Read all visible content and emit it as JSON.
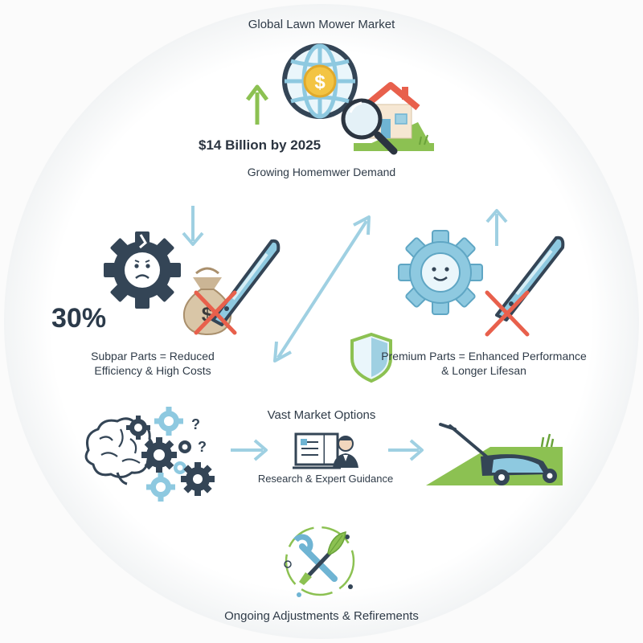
{
  "title": "Global Lawn Mower Market",
  "market": {
    "value_label": "$14 Billion by 2025",
    "demand_label": "Growing Homemwer Demand"
  },
  "subpar": {
    "percent": "30%",
    "line1": "Subpar Parts = Reduced",
    "line2": "Efficiency & High Costs"
  },
  "premium": {
    "line1": "Premium Parts = Enhanced Performance",
    "line2": "& Longer Lifesan"
  },
  "options": {
    "title": "Vast Market Options",
    "research_label": "Research & Expert Guidance"
  },
  "maintenance": {
    "label": "Ongoing Adjustments & Refirements"
  },
  "icons": {
    "globe": "globe-dollar-icon",
    "house": "house-icon",
    "magnifier": "magnifier-icon",
    "sad_gear": "sad-gear-icon",
    "money_bag": "money-bag-icon",
    "blade": "blade-icon",
    "happy_gear": "happy-gear-icon",
    "shield": "shield-icon",
    "brain": "brain-icon",
    "gears": "gears-icon",
    "book_expert": "book-expert-icon",
    "mower": "lawn-mower-icon",
    "tools": "wrench-screwdriver-icon"
  },
  "colors": {
    "arrow_blue": "#9fd0e2",
    "arrow_green": "#8cc152",
    "cross_red": "#e8604c",
    "dark_gear": "#344556",
    "light_gear": "#8ec9e0",
    "grass": "#8cc152"
  }
}
